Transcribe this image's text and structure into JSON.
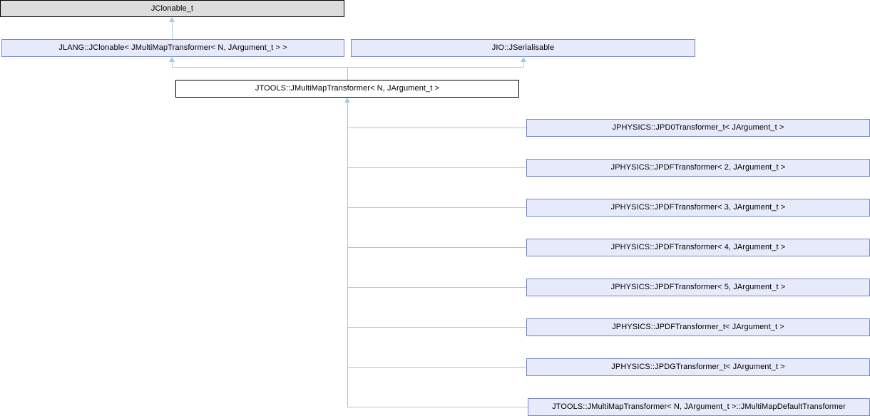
{
  "diagram": {
    "type": "class-inheritance-diagram",
    "title": "JTOOLS::JMultiMapTransformer inheritance diagram",
    "colors": {
      "base_fill": "#dddddd",
      "base_border": "#000000",
      "inherit_fill": "#e7eafa",
      "inherit_border": "#7586c0",
      "current_fill": "#ffffff",
      "current_border": "#000000",
      "edge": "#9fcbe6"
    },
    "nodes": {
      "jclonable_t": "JClonable_t",
      "jlang_jclonable": "JLANG::JClonable< JMultiMapTransformer< N, JArgument_t > >",
      "jio_jserialisable": "JIO::JSerialisable",
      "jtools_jmultimaptransformer": "JTOOLS::JMultiMapTransformer< N, JArgument_t >"
    },
    "derived": [
      {
        "label": "JPHYSICS::JPD0Transformer_t< JArgument_t >"
      },
      {
        "label": "JPHYSICS::JPDFTransformer< 2, JArgument_t >"
      },
      {
        "label": "JPHYSICS::JPDFTransformer< 3, JArgument_t >"
      },
      {
        "label": "JPHYSICS::JPDFTransformer< 4, JArgument_t >"
      },
      {
        "label": "JPHYSICS::JPDFTransformer< 5, JArgument_t >"
      },
      {
        "label": "JPHYSICS::JPDFTransformer_t< JArgument_t >"
      },
      {
        "label": "JPHYSICS::JPDGTransformer_t< JArgument_t >"
      },
      {
        "label": "JTOOLS::JMultiMapTransformer< N, JArgument_t >::JMultiMapDefaultTransformer"
      }
    ]
  }
}
